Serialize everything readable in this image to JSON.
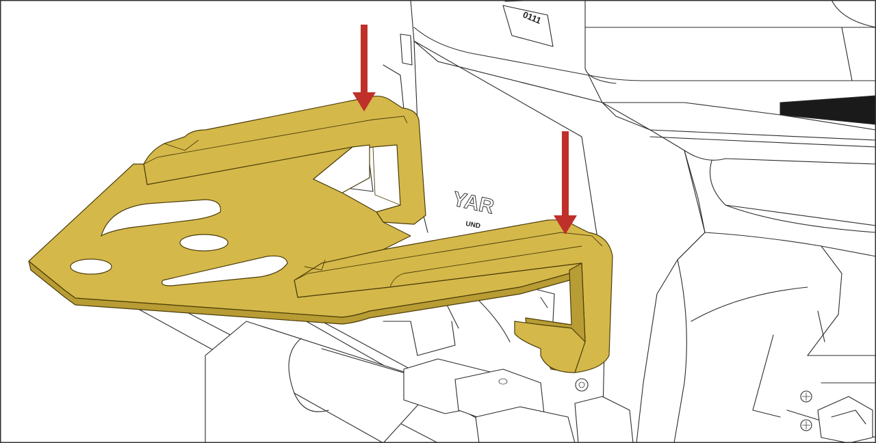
{
  "labels": {
    "panel_code": "0111",
    "brand_fragment": "YAR",
    "sub_fragment": "UND"
  },
  "colors": {
    "bracket_fill": "#D4B84A",
    "bracket_shadow": "#B89C34",
    "arrow": "#C0302A",
    "outline": "#2A2A2A",
    "frame": "#333333"
  },
  "icons": [
    "down-arrow-icon",
    "down-arrow-icon"
  ]
}
